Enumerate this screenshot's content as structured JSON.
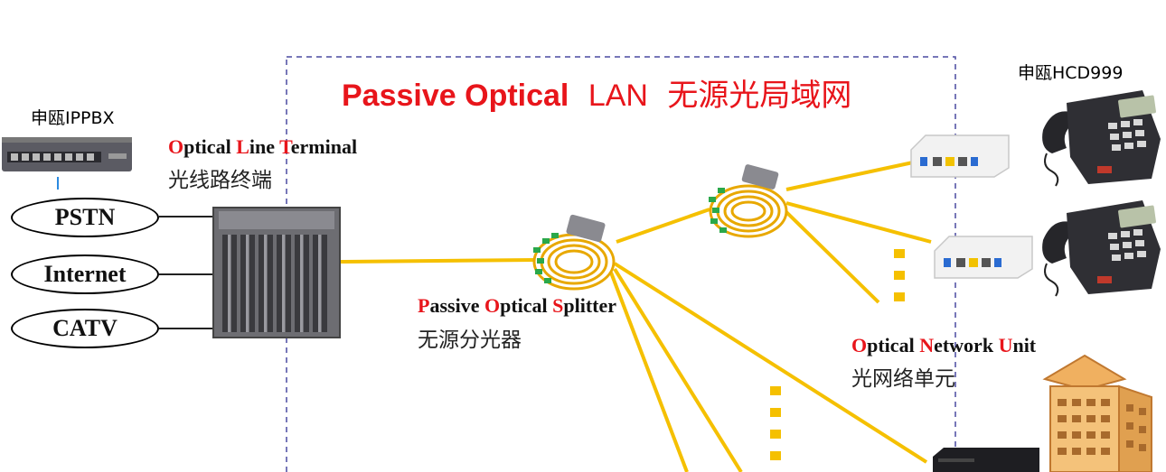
{
  "title": {
    "part1": "Passive Optical",
    "part2": "LAN",
    "part3": "无源光局域网"
  },
  "ippbx_label": "申瓯IPPBX",
  "phone_label": "申瓯HCD999",
  "olt": {
    "en_1": "O",
    "en_2": "ptical ",
    "en_3": "L",
    "en_4": "ine ",
    "en_5": "T",
    "en_6": "erminal",
    "cn": "光线路终端"
  },
  "splitter": {
    "en_1": "P",
    "en_2": "assive ",
    "en_3": "O",
    "en_4": "ptical ",
    "en_5": "S",
    "en_6": "plitter",
    "cn": "无源分光器"
  },
  "onu": {
    "en_1": "O",
    "en_2": "ptical ",
    "en_3": "N",
    "en_4": "etwork ",
    "en_5": "U",
    "en_6": "nit",
    "cn": "光网络单元"
  },
  "services": [
    "PSTN",
    "Internet",
    "CATV"
  ],
  "colors": {
    "accent_red": "#e8151b",
    "fiber": "#f5c000",
    "border_dash": "#4a4aa0"
  }
}
